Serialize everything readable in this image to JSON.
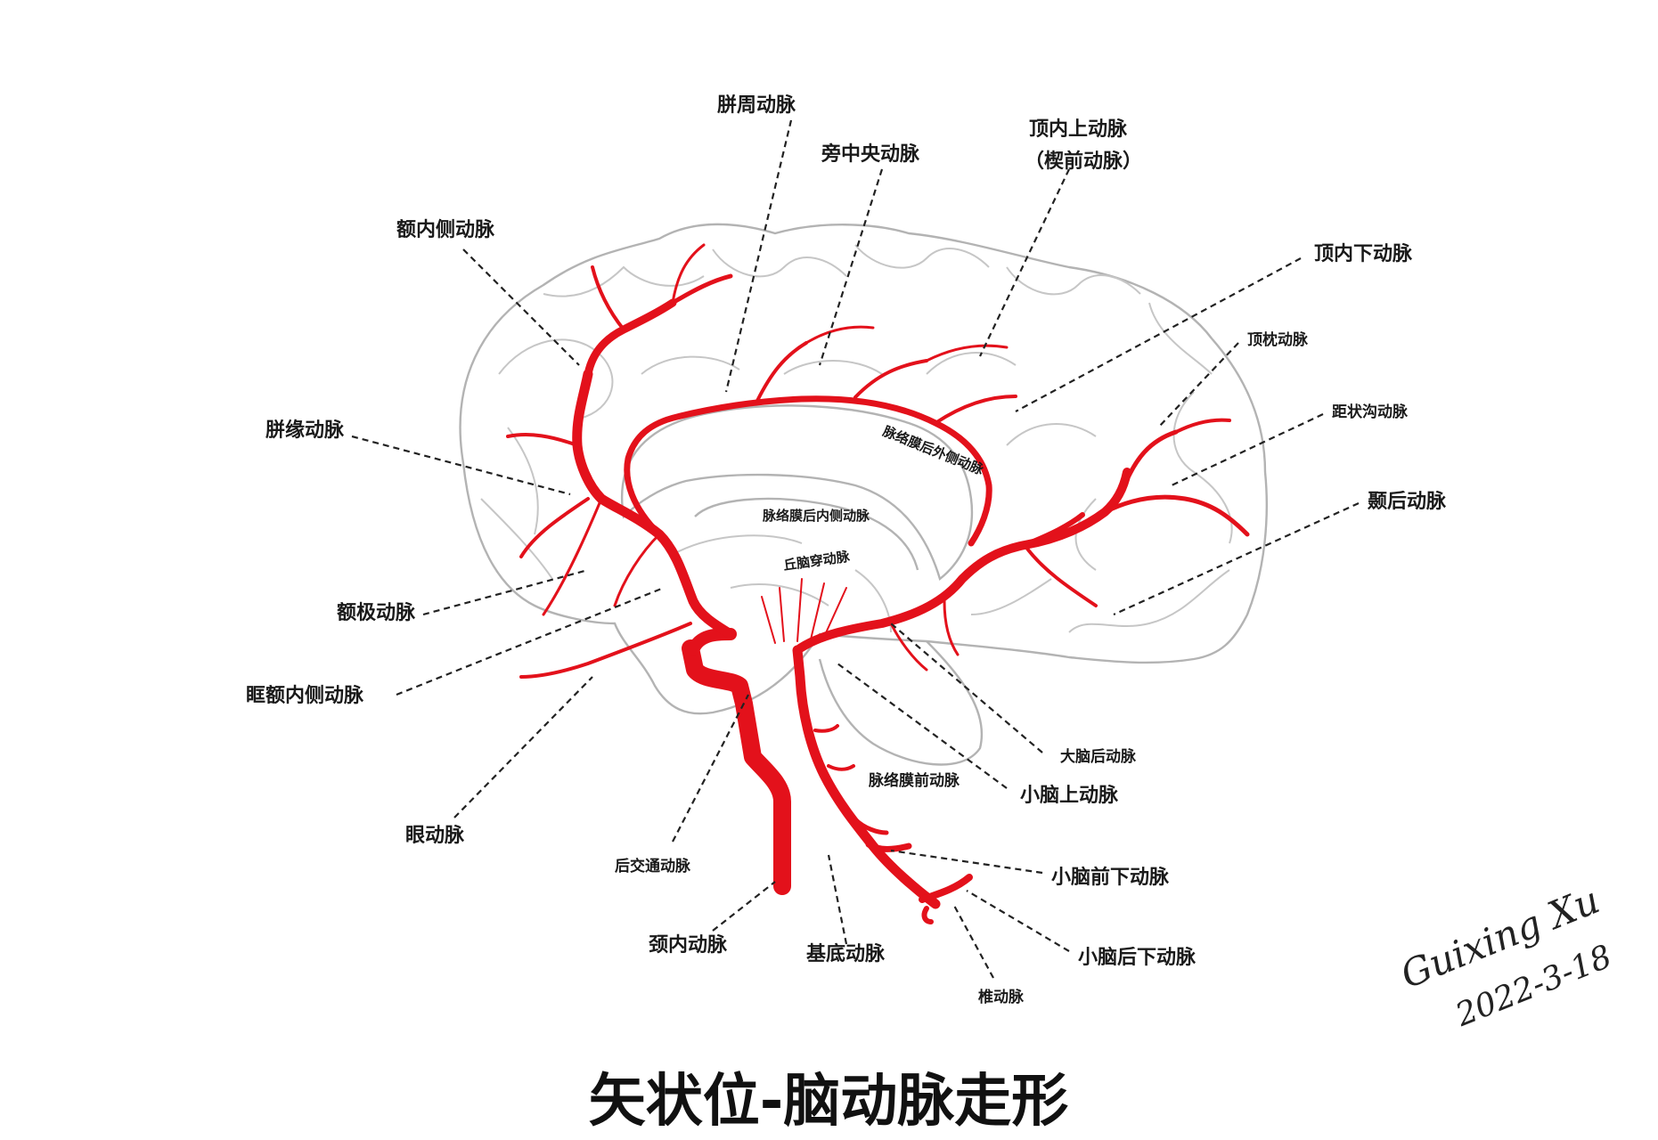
{
  "title": "矢状位-脑动脉走形",
  "colors": {
    "artery": "#e3111b",
    "outline": "#b3b3b3",
    "text": "#1a1a1a"
  },
  "labels": {
    "pericallosal": "胼周动脉",
    "paracentral": "旁中央动脉",
    "sup_parietal_1": "顶内上动脉",
    "sup_parietal_2": "（楔前动脉）",
    "inf_parietal": "顶内下动脉",
    "medial_frontal": "额内侧动脉",
    "parieto_occipital": "顶枕动脉",
    "calcarine": "距状沟动脉",
    "callosomarginal": "胼缘动脉",
    "post_temporal": "颞后动脉",
    "lat_post_choroidal": "脉络膜后外侧动脉",
    "med_post_choroidal": "脉络膜后内侧动脉",
    "thalamoperforating": "丘脑穿动脉",
    "frontopolar": "额极动脉",
    "orbitofrontal": "眶额内侧动脉",
    "pca": "大脑后动脉",
    "ant_choroidal": "脉络膜前动脉",
    "sca": "小脑上动脉",
    "ophthalmic": "眼动脉",
    "pcom": "后交通动脉",
    "aica": "小脑前下动脉",
    "ica": "颈内动脉",
    "basilar": "基底动脉",
    "pica": "小脑后下动脉",
    "vertebral": "椎动脉"
  },
  "signature": {
    "name": "Guixing Xu",
    "date": "2022-3-18"
  }
}
